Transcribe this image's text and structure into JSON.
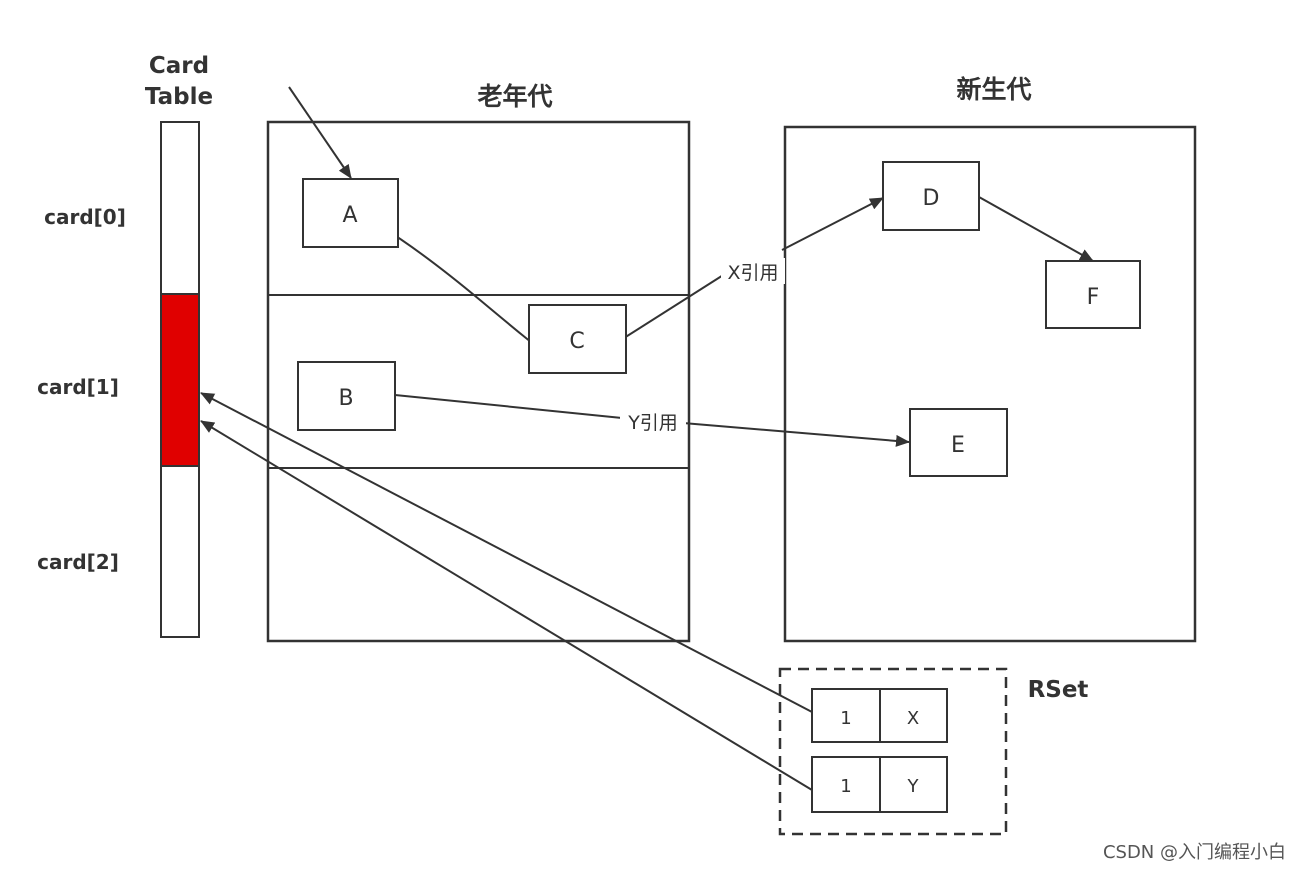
{
  "card_table": {
    "title_line1": "Card",
    "title_line2": "Table",
    "cards": [
      "card[0]",
      "card[1]",
      "card[2]"
    ],
    "dirty_index": 1,
    "dirty_color": "#e00000"
  },
  "old_gen": {
    "title": "老年代",
    "objects": {
      "a": "A",
      "b": "B",
      "c": "C"
    }
  },
  "young_gen": {
    "title": "新生代",
    "objects": {
      "d": "D",
      "e": "E",
      "f": "F"
    }
  },
  "references": {
    "x_label": "X引用",
    "y_label": "Y引用"
  },
  "rset": {
    "title": "RSet",
    "entries": [
      {
        "card": "1",
        "ref": "X"
      },
      {
        "card": "1",
        "ref": "Y"
      }
    ]
  },
  "watermark": "CSDN @入门编程小白"
}
